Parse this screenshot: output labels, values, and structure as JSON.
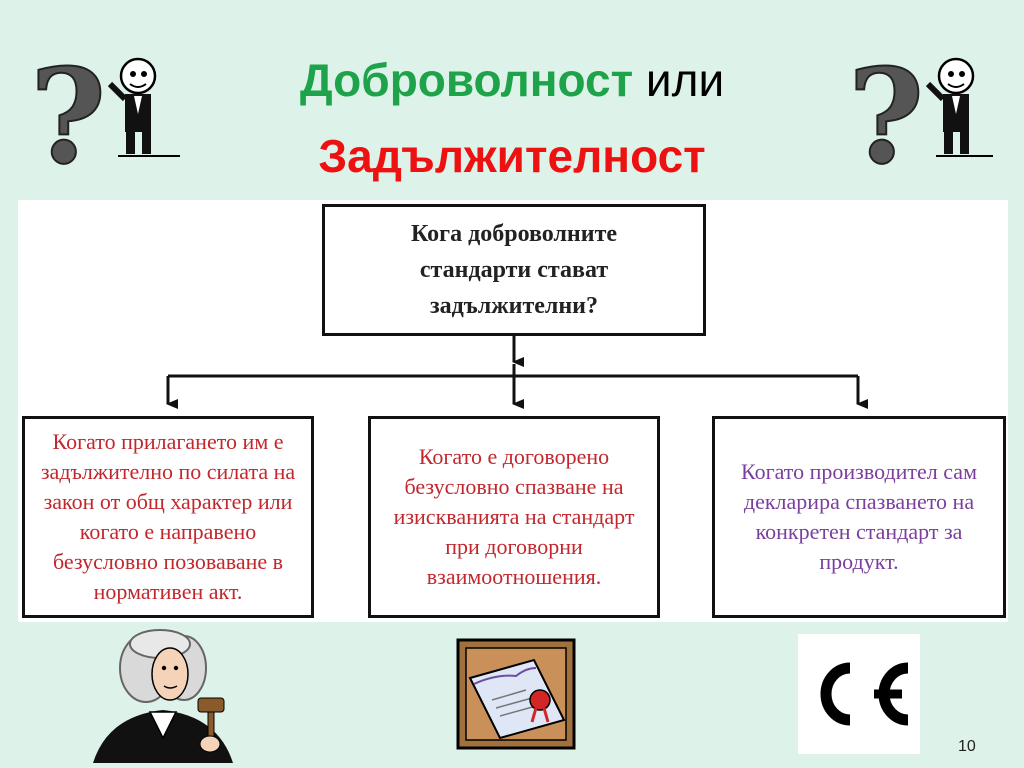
{
  "title": {
    "word1": "Доброволност",
    "word2": "или",
    "line2": "Задължителност"
  },
  "diagram": {
    "question": "Кога доброволните стандарти стават задължителни?",
    "cases": [
      "Когато прилагането им е задължително по силата на закон от общ характер или когато е направено безусловно позоваване в нормативен акт.",
      "Когато е договорено безусловно спазване на изискванията на стандарт при договорни взаимоотношения.",
      "Когато производител сам декларира спазването на конкретен стандарт за продукт."
    ]
  },
  "ce_mark": "CE",
  "page_number": "10",
  "colors": {
    "background": "#ddf3ea",
    "title_green": "#1fa34a",
    "title_red": "#ee1111",
    "case_red": "#c1272d",
    "case_purple": "#7a3e9d"
  }
}
